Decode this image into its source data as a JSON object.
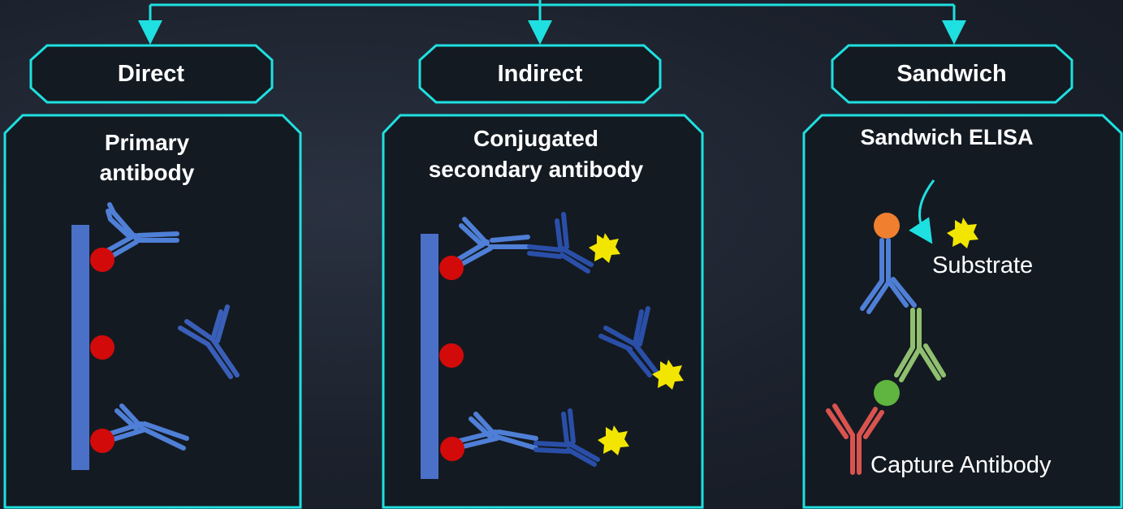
{
  "categories": [
    {
      "label": "Direct"
    },
    {
      "label": "Indirect"
    },
    {
      "label": "Sandwich"
    }
  ],
  "panels": {
    "direct": {
      "title_line1": "Primary",
      "title_line2": "antibody"
    },
    "indirect": {
      "title_line1": "Conjugated",
      "title_line2": "secondary antibody"
    },
    "sandwich": {
      "title": "Sandwich ELISA",
      "substrate_label": "Substrate",
      "capture_label": "Capture Antibody"
    }
  },
  "colors": {
    "accent": "#1fe0e0",
    "plate": "#4a70c8",
    "antigen": "#d30a0a",
    "primary_antibody": "#4f7fd6",
    "secondary_antibody": "#2a4fa8",
    "enzyme": "#f2e600",
    "capture_antibody": "#d9534f",
    "detection_antibody": "#8fbf6f",
    "orange_antigen": "#f07f2f",
    "green_antigen": "#5fb53f"
  }
}
